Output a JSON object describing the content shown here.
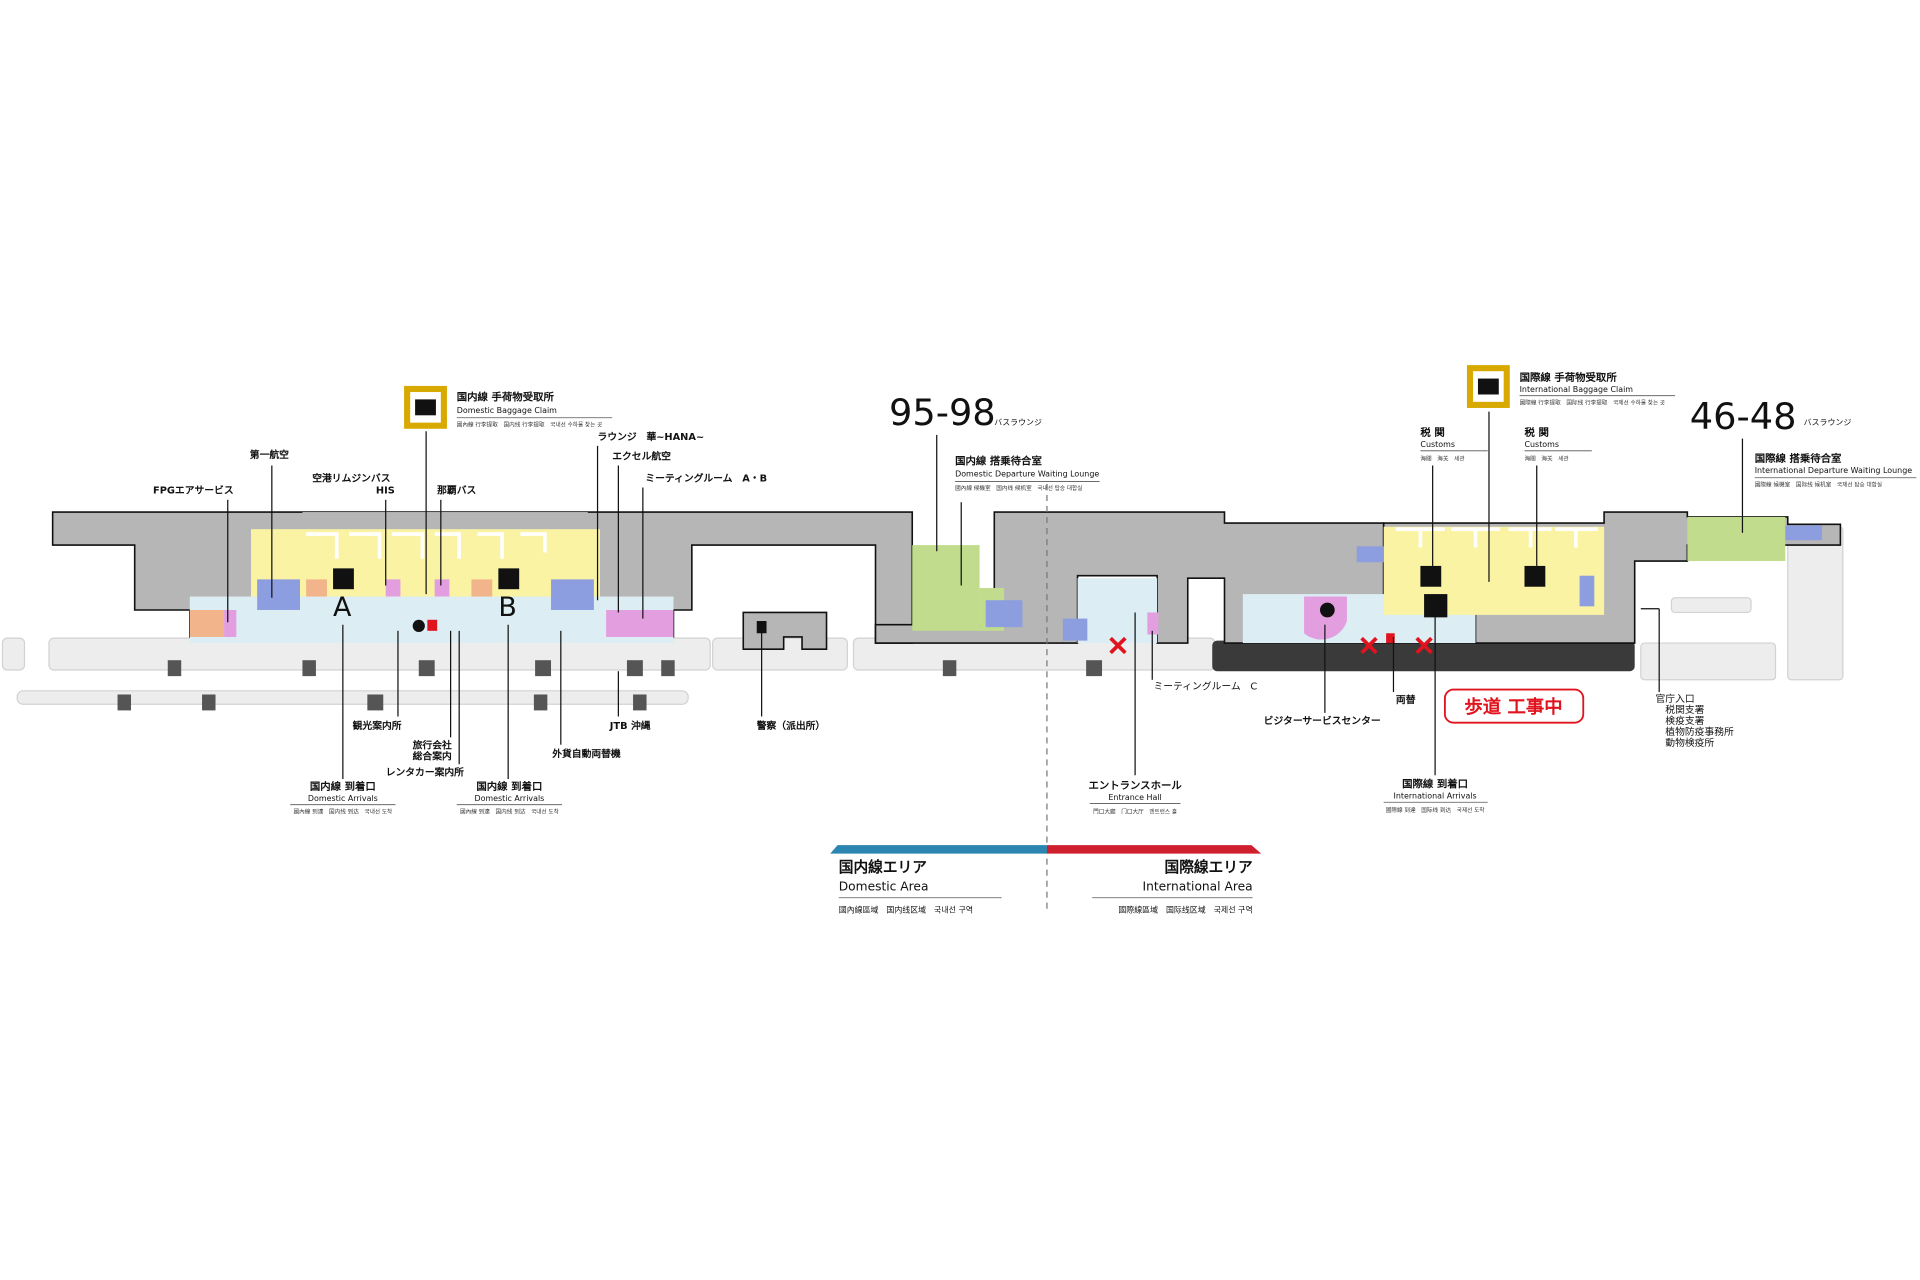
{
  "colors": {
    "building": "#b6b6b6",
    "baggage_area": "#faf3a4",
    "hall": "#dcedf3",
    "lounge": "#c0dc8c",
    "restroom": "#8d9ee0",
    "shop_pink": "#e39ee0",
    "food_orange": "#f2b48a",
    "baggage_icon_frame": "#d8a900",
    "domestic_blue": "#2a86b0",
    "international_red": "#d01f2e",
    "construction_red": "#e0141e",
    "sidewalk_dark": "#3a3a3a"
  },
  "domestic": {
    "baggage_claim": {
      "jp": "国内線 手荷物受取所",
      "en": "Domestic Baggage Claim",
      "sub": "國內線 行李提取　国内线 行李提取　국내선 수하물 찾는 곳",
      "icon": "baggage-icon"
    },
    "labels": {
      "daiichi": "第一航空",
      "fpg": "FPGエアサービス",
      "limousine": "空港リムジンバス",
      "his": "HIS",
      "naha_bus": "那覇バス",
      "lounge_hana": "ラウンジ　華~HANA~",
      "excel": "エクセル航空",
      "meeting_ab": "ミーティングルーム　A・B",
      "tourist_info": "観光案内所",
      "travel_agency": "旅行会社",
      "general_info": "総合案内",
      "rental_car": "レンタカー案内所",
      "jtb": "JTB 沖縄",
      "fx_machine": "外貨自動両替機",
      "police": "警察（派出所）"
    },
    "gates": {
      "a": "A",
      "b": "B"
    },
    "arrivals": [
      {
        "jp": "国内線 到着口",
        "en": "Domestic Arrivals",
        "sub": "國內線 到達　国内线 到达　국내선 도착"
      },
      {
        "jp": "国内線 到着口",
        "en": "Domestic Arrivals",
        "sub": "國內線 到達　国内线 到达　국내선 도착"
      }
    ],
    "bus_lounge": {
      "number": "95-98",
      "suffix": "バスラウンジ",
      "jp": "国内線 搭乗待合室",
      "en": "Domestic Departure Waiting Lounge",
      "sub": "國內線 候機室　国内线 候机室　국내선 탑승 대합실"
    }
  },
  "center": {
    "entrance_hall": {
      "jp": "エントランスホール",
      "en": "Entrance Hall",
      "sub": "門口大廳　门口大厅　엔트런스 홀"
    },
    "meeting_c": "ミーティングルーム　C"
  },
  "international": {
    "baggage_claim": {
      "jp": "国際線 手荷物受取所",
      "en": "International Baggage Claim",
      "sub": "國際線 行李提取　国际线 行李提取　국제선 수하물 찾는 곳",
      "icon": "baggage-icon"
    },
    "customs": [
      {
        "jp": "税 関",
        "en": "Customs",
        "sub": "海關　海关　세관"
      },
      {
        "jp": "税 関",
        "en": "Customs",
        "sub": "海關　海关　세관"
      }
    ],
    "bus_lounge": {
      "number": "46-48",
      "suffix": "バスラウンジ",
      "jp": "国際線 搭乗待合室",
      "en": "International Departure Waiting Lounge",
      "sub": "國際線 候機室　国际线 候机室　국제선 탑승 대합실"
    },
    "visitor_center": "ビジターサービスセンター",
    "exchange": "両替",
    "construction": "歩道 工事中",
    "arrivals": {
      "jp": "国際線 到着口",
      "en": "International Arrivals",
      "sub": "國際線 到達　国际线 到达　국제선 도착"
    },
    "gov_entrance": {
      "title": "官庁入口",
      "items": [
        "税関支署",
        "検疫支署",
        "植物防疫事務所",
        "動物検疫所"
      ]
    }
  },
  "legend": {
    "domestic": {
      "jp": "国内線エリア",
      "en": "Domestic Area",
      "sub": "國內線區域　国内线区域　국내선 구역"
    },
    "international": {
      "jp": "国際線エリア",
      "en": "International Area",
      "sub": "國際線區域　国际线区域　국제선 구역"
    }
  }
}
